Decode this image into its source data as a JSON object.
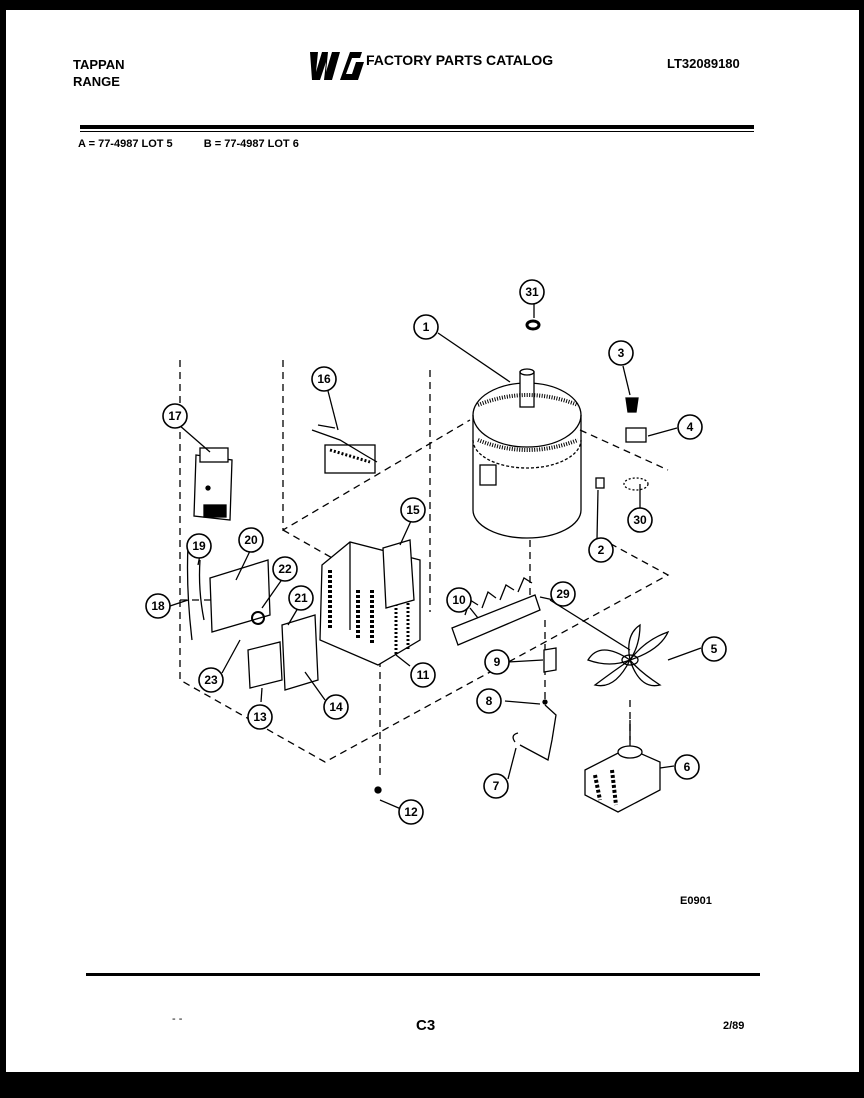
{
  "header": {
    "brand_line1": "TAPPAN",
    "brand_line2": "RANGE",
    "logo_text": "WCI",
    "catalog_title": "FACTORY PARTS CATALOG",
    "document_number": "LT32089180"
  },
  "lots": {
    "a": "A = 77-4987 LOT 5",
    "b": "B = 77-4987 LOT 6"
  },
  "callouts": [
    "1",
    "2",
    "3",
    "4",
    "5",
    "6",
    "7",
    "8",
    "9",
    "10",
    "11",
    "12",
    "13",
    "14",
    "15",
    "16",
    "17",
    "18",
    "19",
    "20",
    "21",
    "22",
    "23",
    "29",
    "30",
    "31"
  ],
  "footer": {
    "figure_code": "E0901",
    "page_number": "C3",
    "date": "2/89",
    "mark": "- -"
  },
  "colors": {
    "ink": "#000000",
    "paper": "#ffffff",
    "frame": "#000000"
  }
}
